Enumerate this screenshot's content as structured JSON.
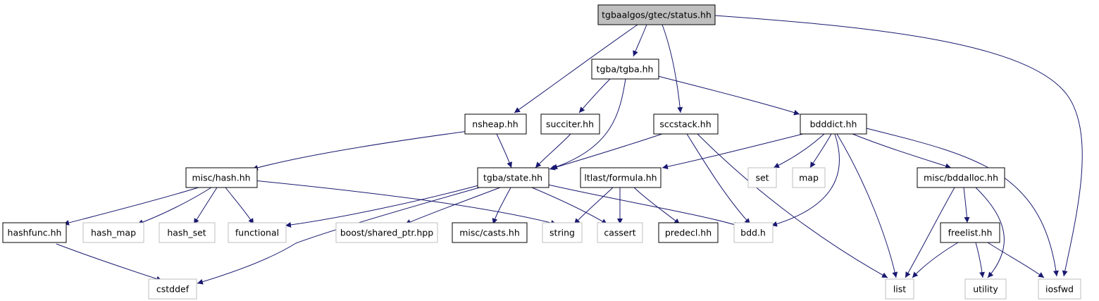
{
  "colors": {
    "edge": "#191970",
    "root_fill": "#bfbfbf",
    "local_border": "#000000",
    "system_border": "#bfbfbf",
    "text": "#000000"
  },
  "nodes": {
    "root": "tgbaalgos/gtec/status.hh",
    "tgba": "tgba/tgba.hh",
    "nsheap": "nsheap.hh",
    "succiter": "succiter.hh",
    "sccstack": "sccstack.hh",
    "bdddict": "bdddict.hh",
    "mischash": "misc/hash.hh",
    "state": "tgba/state.hh",
    "formula": "ltlast/formula.hh",
    "set": "set",
    "map": "map",
    "bddalloc": "misc/bddalloc.hh",
    "hashfunc": "hashfunc.hh",
    "hash_map": "hash_map",
    "hash_set": "hash_set",
    "functional": "functional",
    "shared_ptr": "boost/shared_ptr.hpp",
    "casts": "misc/casts.hh",
    "string": "string",
    "cassert": "cassert",
    "predecl": "predecl.hh",
    "bddh": "bdd.h",
    "freelist": "freelist.hh",
    "cstddef": "cstddef",
    "list": "list",
    "utility": "utility",
    "iosfwd": "iosfwd"
  }
}
